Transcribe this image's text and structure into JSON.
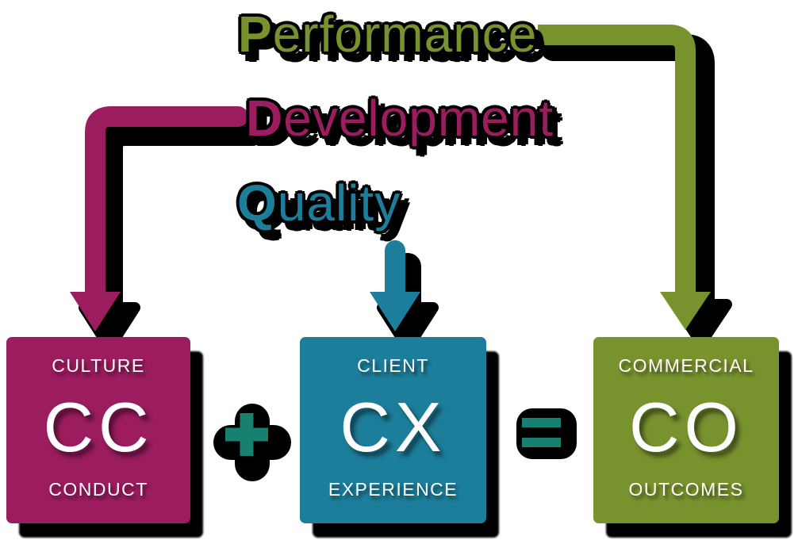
{
  "headings": {
    "performance": {
      "lead": "P",
      "rest": "erformance"
    },
    "development": {
      "lead": "D",
      "rest": "evelopment"
    },
    "quality": {
      "lead": "Q",
      "rest": "uality"
    }
  },
  "boxes": {
    "culture": {
      "top": "CULTURE",
      "code": "CC",
      "bottom": "CONDUCT"
    },
    "client": {
      "top": "CLIENT",
      "code": "CX",
      "bottom": "EXPERIENCE"
    },
    "commercial": {
      "top": "COMMERCIAL",
      "code": "CO",
      "bottom": "OUTCOMES"
    }
  },
  "operators": {
    "plus": "+",
    "equals": "="
  },
  "colors": {
    "magenta": "#9b1c5f",
    "teal": "#1c7e9b",
    "green": "#78922d",
    "operator_green": "#178070",
    "shadow": "#000000",
    "box_text": "#ffffff"
  }
}
